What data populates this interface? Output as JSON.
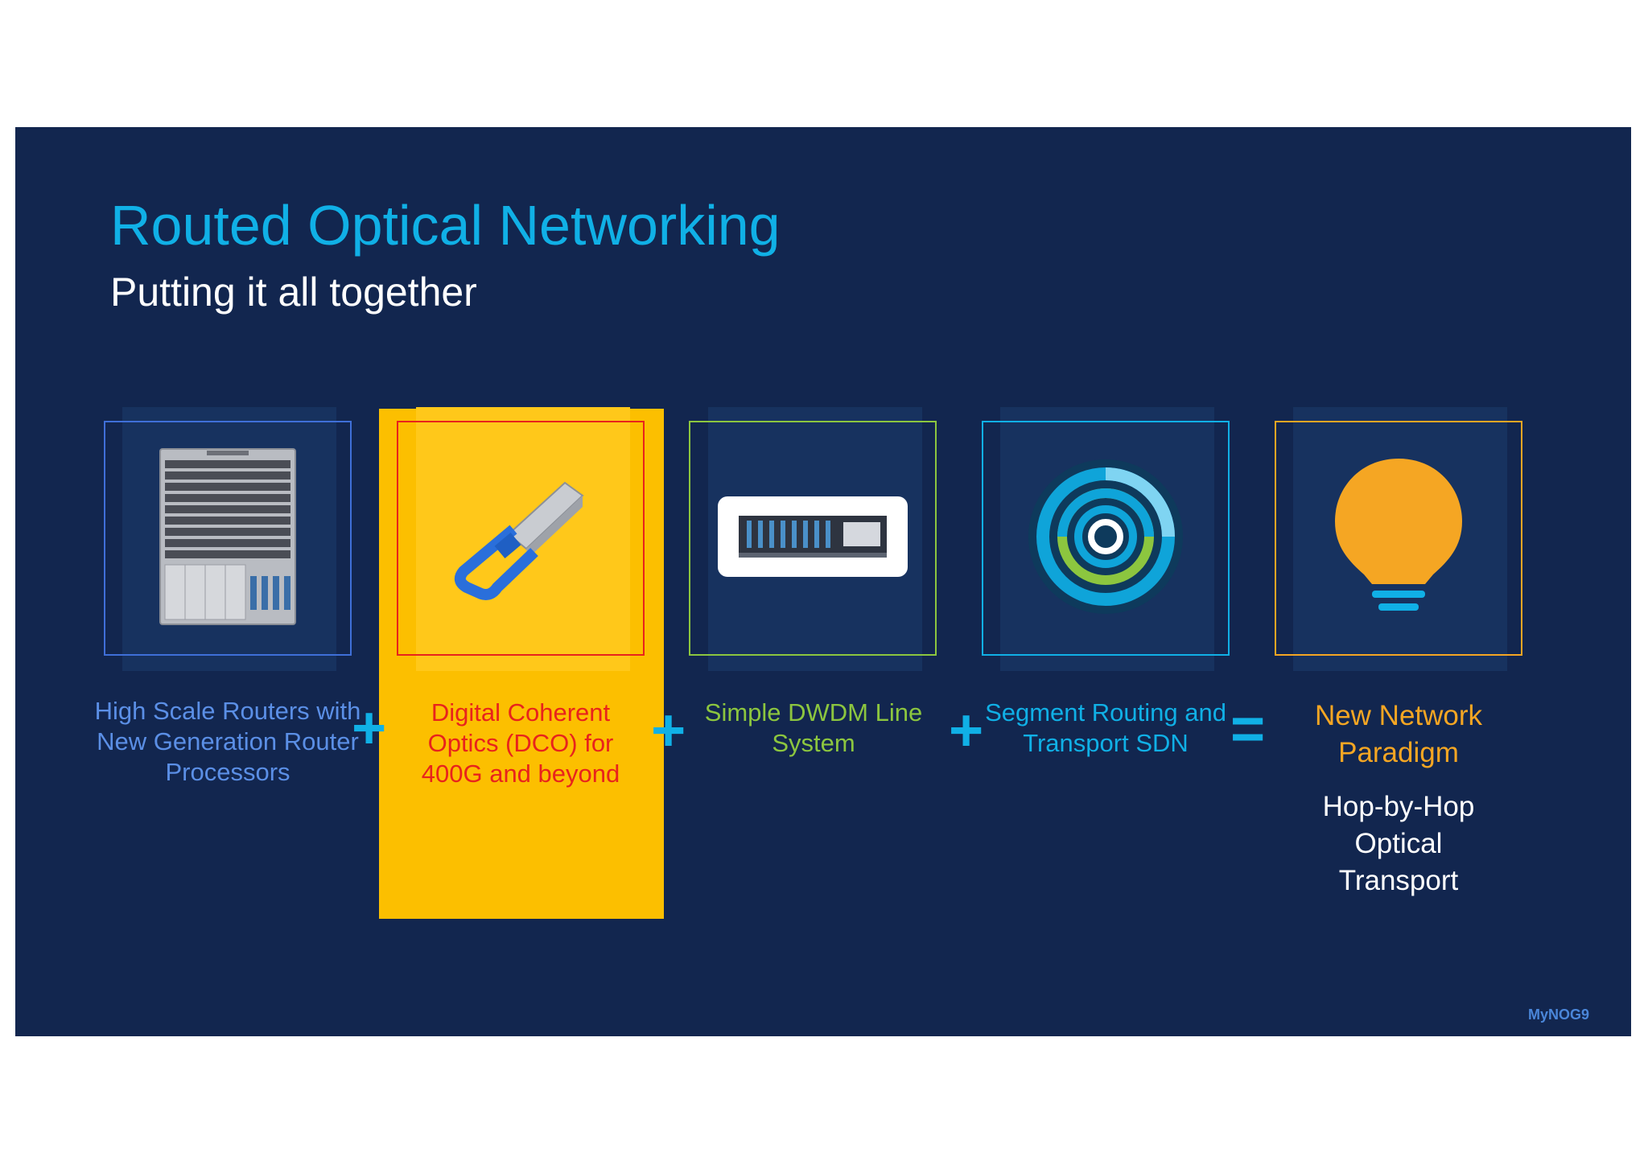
{
  "title": "Routed Optical Networking",
  "subtitle": "Putting it all together",
  "items": [
    {
      "caption": "High Scale Routers with New Generation Router Processors",
      "color": "#5b8fe6",
      "icon": "router-chassis-icon"
    },
    {
      "caption": "Digital Coherent Optics (DCO) for 400G and beyond",
      "color": "#e8231c",
      "icon": "optical-transceiver-icon"
    },
    {
      "caption": "Simple DWDM Line System",
      "color": "#8cc63f",
      "icon": "dwdm-line-system-icon"
    },
    {
      "caption": "Segment Routing and Transport SDN",
      "color": "#10b0e6",
      "icon": "sdn-rings-icon"
    },
    {
      "caption": "New Network Paradigm",
      "color": "#f5a623",
      "icon": "lightbulb-icon"
    }
  ],
  "operators": [
    "+",
    "+",
    "+",
    "="
  ],
  "result_detail": "Hop-by-Hop Optical Transport",
  "footer": "MyNOG9"
}
